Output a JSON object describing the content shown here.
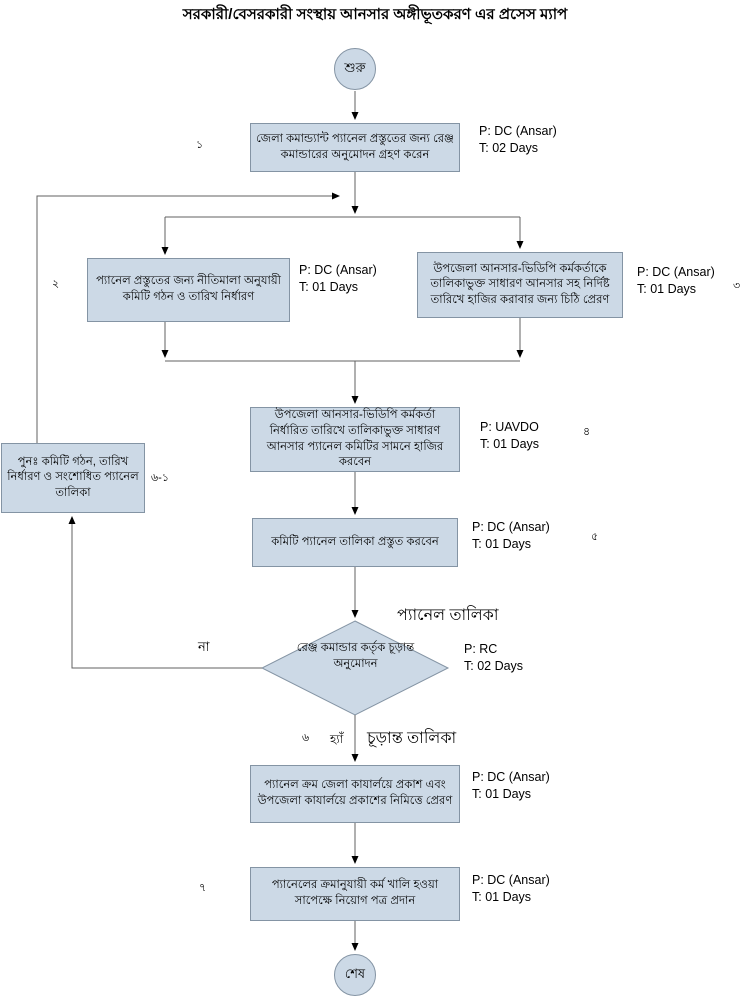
{
  "title": "সরকারী/বেসরকারী সংস্থায় আনসার অঙ্গীভূতকরণ এর প্রসেস ম্যাপ",
  "colors": {
    "node_fill": "#ccd9e6",
    "node_border": "#8494a4",
    "connector": "#606060",
    "arrowhead": "#000000",
    "background": "#ffffff"
  },
  "terminators": {
    "start": "শুরু",
    "end": "শেষ"
  },
  "steps": [
    {
      "num": "১",
      "text": "জেলা কমান্ড্যান্ট প্যানেল প্রস্তুতের জন্য রেঞ্জ কমান্ডারের অনুমোদন গ্রহণ করেন",
      "p": "P: DC (Ansar)",
      "t": "T: 02 Days"
    },
    {
      "num": "২",
      "text": "প্যানেল প্রস্তুতের জন্য নীতিমালা অনুযায়ী কমিটি গঠন ও তারিখ নির্ধারণ",
      "p": "P: DC (Ansar)",
      "t": "T: 01 Days"
    },
    {
      "num": "৩",
      "text": "উপজেলা আনসার-ভিডিপি কর্মকর্তাকে তালিকাভুক্ত সাধারণ আনসার সহ নির্দিষ্ট তারিখে হাজির করাবার জন্য চিঠি প্রেরণ",
      "p": "P: DC (Ansar)",
      "t": "T: 01 Days"
    },
    {
      "num": "৪",
      "text": "উপজেলা আনসার-ভিডিপি কর্মকর্তা নির্ধারিত তারিখে তালিকাভুক্ত সাধারণ আনসার প্যানেল কমিটির সামনে হাজির করবেন",
      "p": "P: UAVDO",
      "t": "T: 01 Days"
    },
    {
      "num": "৫",
      "text": "কমিটি প্যানেল তালিকা প্রস্তুত করবেন",
      "p": "P: DC (Ansar)",
      "t": "T: 01 Days"
    },
    {
      "num": "৬",
      "text": "প্যানেল ক্রম জেলা কাযার্লয়ে প্রকাশ এবং উপজেলা কাযার্লয়ে প্রকাশের নিমিত্তে প্রেরণ",
      "p": "P: DC (Ansar)",
      "t": "T: 01 Days"
    },
    {
      "num": "৭",
      "text": "প্যানেলের ক্রমানুযায়ী কর্ম খালি হওয়া সাপেক্ষে নিয়োগ পত্র প্রদান",
      "p": "P: DC (Ansar)",
      "t": "T: 01 Days"
    }
  ],
  "decision": {
    "text": "রেঞ্জ কমান্ডার কর্তৃক চূড়ান্ত অনুমোদন",
    "p": "P: RC",
    "t": "T: 02 Days",
    "input_label": "প্যানেল তালিকা",
    "no_label": "না",
    "yes_label": "হ্যাঁ",
    "yes_output_label": "চূড়ান্ত তালিকা"
  },
  "rework": {
    "num": "৬-১",
    "text": "পুনঃ কমিটি গঠন, তারিখ নির্ধারণ ও সংশোধিত প্যানেল তালিকা"
  }
}
